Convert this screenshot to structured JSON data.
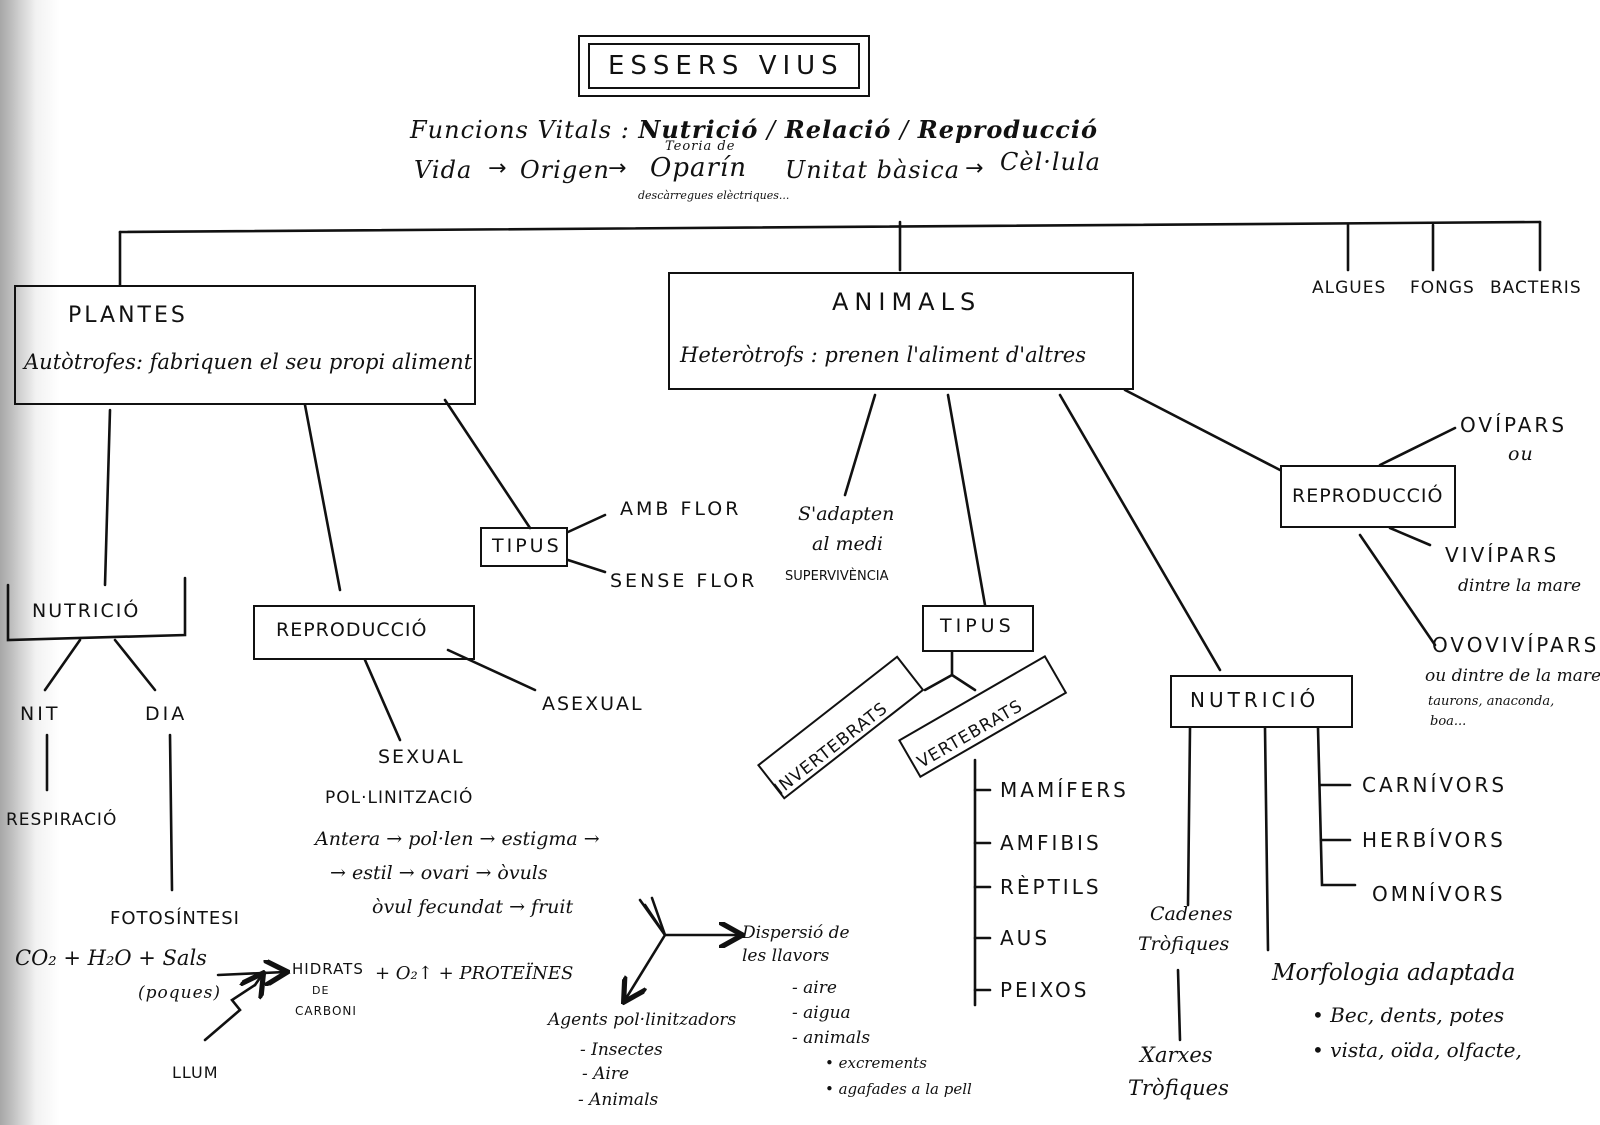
{
  "title": "ESSERS VIUS",
  "header": {
    "funcions": "Funcions Vitals :",
    "nutricio": "Nutrició",
    "relacio": "Relació",
    "reproduccio": "Reproducció",
    "sep": "/",
    "vida": "Vida",
    "origen": "Origen",
    "teoria": "Teoria de",
    "oparin": "Oparín",
    "descarregues": "descàrregues elèctriques...",
    "unitat": "Unitat bàsica",
    "cellula": "Cèl·lula",
    "arrow": "→"
  },
  "others": {
    "algues": "ALGUES",
    "fongs": "FONGS",
    "bacteris": "BACTERIS"
  },
  "plantes": {
    "title": "PLANTES",
    "desc": "Autòtrofes: fabriquen el seu propi aliment",
    "tipus": "TIPUS",
    "amb_flor": "AMB FLOR",
    "sense_flor": "SENSE FLOR",
    "nutricio": "NUTRICIÓ",
    "nit": "NIT",
    "dia": "DIA",
    "respiracio": "RESPIRACIÓ",
    "fotosintesi": "FOTOSÍNTESI",
    "co2": "CO₂ + H₂O + Sals",
    "poques": "(poques)",
    "hidrats": "HIDRATS",
    "de": "DE",
    "carboni": "CARBONI",
    "o2": "+ O₂↑ + PROTEÏNES",
    "llum": "LLUM",
    "reproduccio": "REPRODUCCIÓ",
    "asexual": "ASEXUAL",
    "sexual": "SEXUAL",
    "pollinitzacio": "POL·LINITZACIÓ",
    "seq1": "Antera → pol·len → estigma →",
    "seq2": "→ estil → ovari → òvuls",
    "seq3": "òvul fecundat → fruit",
    "dispersio1": "Dispersió de",
    "dispersio2": "les llavors",
    "aire": "- aire",
    "aigua": "- aigua",
    "animals": "- animals",
    "excrements": "• excrements",
    "agafades": "• agafades a la pell",
    "agents": "Agents pol·linitzadors",
    "insectes": "- Insectes",
    "aire2": "- Aire",
    "animals2": "- Animals"
  },
  "animals": {
    "title": "ANIMALS",
    "desc": "Heteròtrofs : prenen l'aliment d'altres",
    "adapten1": "S'adapten",
    "adapten2": "al medi",
    "supervivencia": "SUPERVIVÈNCIA",
    "tipus": "TIPUS",
    "invertebrats": "INVERTEBRATS",
    "vertebrats": "VERTEBRATS",
    "vert_list": [
      "MAMÍFERS",
      "AMFIBIS",
      "RÈPTILS",
      "AUS",
      "PEIXOS"
    ],
    "nutricio": "NUTRICIÓ",
    "diet_list": [
      "CARNÍVORS",
      "HERBÍVORS",
      "OMNÍVORS"
    ],
    "cadenes1": "Cadenes",
    "cadenes2": "Tròfiques",
    "xarxes1": "Xarxes",
    "xarxes2": "Tròfiques",
    "morfologia": "Morfologia adaptada",
    "bec": "• Bec, dents, potes",
    "vista": "• vista, oïda, olfacte,",
    "reproduccio": "REPRODUCCIÓ",
    "ovipars": "OVÍPARS",
    "ou": "ou",
    "vivipars": "VIVÍPARS",
    "dintre": "dintre la mare",
    "ovovivipars": "OVOVIVÍPARS",
    "ou_dintre": "ou dintre de la mare",
    "taurons": "taurons, anaconda,",
    "boa": "boa..."
  }
}
